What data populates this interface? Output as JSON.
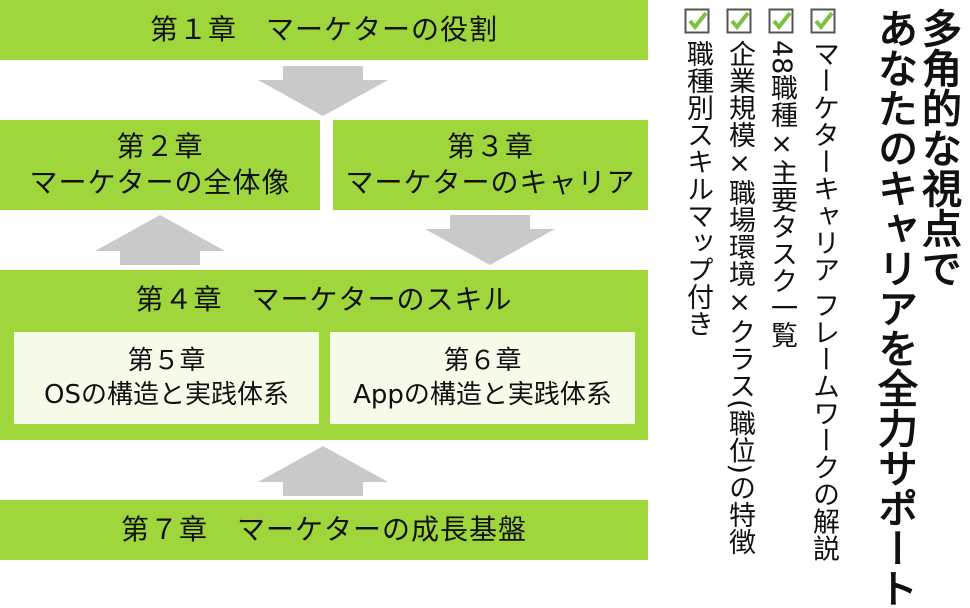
{
  "chapters": {
    "ch1": {
      "line1": "第１章　マーケターの役割"
    },
    "ch2": {
      "line1": "第２章",
      "line2": "マーケターの全体像"
    },
    "ch3": {
      "line1": "第３章",
      "line2": "マーケターのキャリア"
    },
    "ch4": {
      "line1": "第４章　マーケターのスキル"
    },
    "ch5": {
      "line1": "第５章",
      "line2": "OSの構造と実践体系"
    },
    "ch6": {
      "line1": "第６章",
      "line2": "Appの構造と実践体系"
    },
    "ch7": {
      "line1": "第７章　マーケターの成長基盤"
    }
  },
  "checklist": [
    "マーケターキャリア フレームワークの解説",
    "48職種×主要タスク一覧",
    "企業規模×職場環境×クラス(職位)の特徴",
    "職種別スキルマップ付き"
  ],
  "headline": {
    "line1": "多角的な視点で",
    "line2": "あなたのキャリアを全力サポート"
  },
  "colors": {
    "box_green": "#9fd63b",
    "inner_box": "#f5fbe8",
    "arrow_gray": "#c9c9c9",
    "check_green": "#7cc142"
  }
}
